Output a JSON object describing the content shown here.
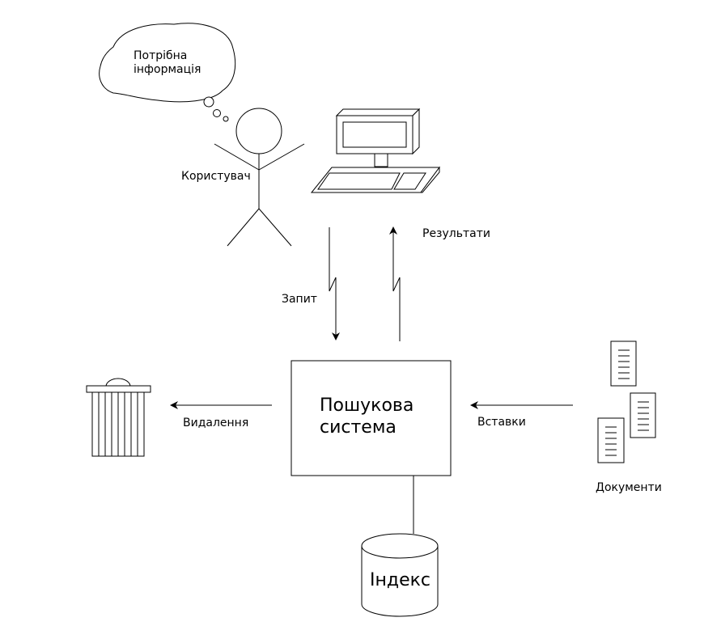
{
  "thought": {
    "line1": "Потрібна",
    "line2": "інформація"
  },
  "labels": {
    "user": "Користувач",
    "query": "Запит",
    "results": "Результати",
    "search_system_line1": "Пошукова",
    "search_system_line2": "система",
    "deletion": "Видалення",
    "insertion": "Вставки",
    "documents": "Документи",
    "index": "Індекс"
  }
}
